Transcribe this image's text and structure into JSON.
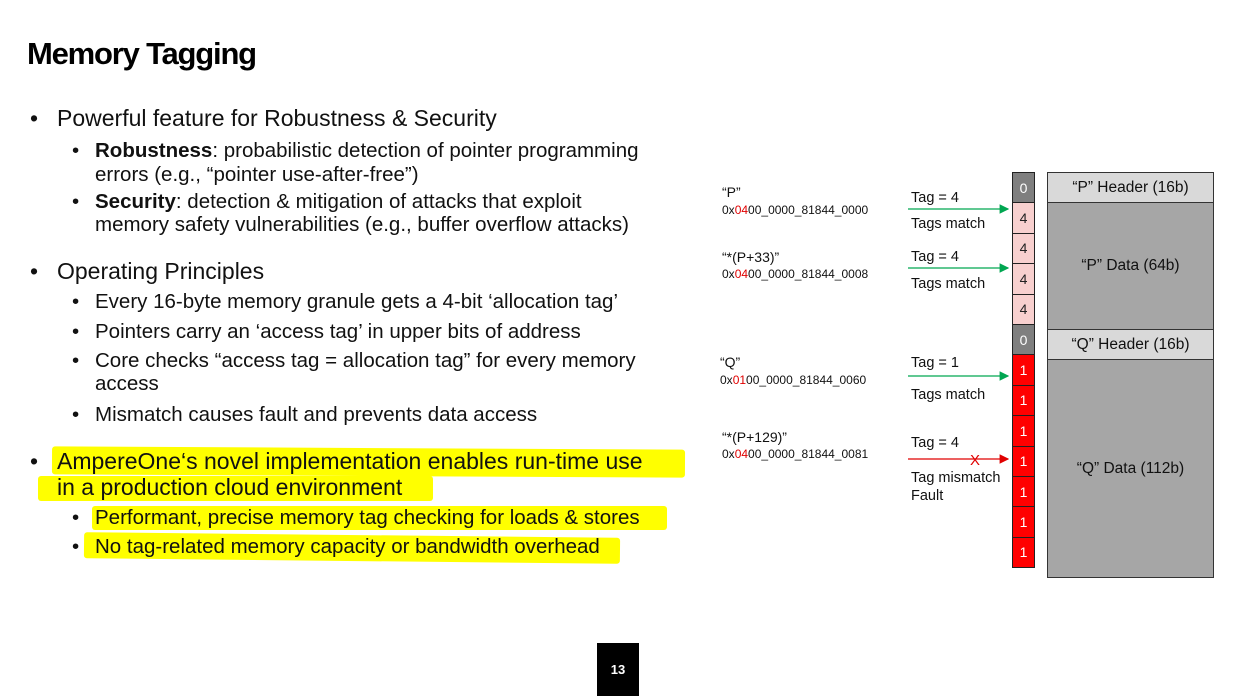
{
  "title": "Memory Tagging",
  "bullets": {
    "b1": "Powerful feature for Robustness & Security",
    "robustness_bold": "Robustness",
    "robustness_rest_1": ": probabilistic detection of pointer programming",
    "robustness_rest_2": "errors (e.g., “pointer use-after-free”)",
    "security_bold": "Security",
    "security_rest_1": ": detection & mitigation of attacks that exploit",
    "security_rest_2": "memory safety vulnerabilities (e.g., buffer overflow attacks)",
    "b2": "Operating Principles",
    "op1": "Every 16-byte memory granule gets a 4-bit ‘allocation tag’",
    "op2": "Pointers carry an ‘access tag’ in upper bits of address",
    "op3_1": "Core checks “access tag = allocation tag” for every memory",
    "op3_2": "access",
    "op4": "Mismatch causes fault and prevents data access",
    "b3_1": "AmpereOne‘s novel implementation enables run-time use",
    "b3_2": "in a production cloud environment",
    "perf": "Performant, precise memory tag checking for loads & stores",
    "nocap": "No tag-related memory capacity or bandwidth overhead"
  },
  "bullet_glyph": "•",
  "highlight_color": "#ffff00",
  "diagram": {
    "pointers": [
      {
        "name": "“P”",
        "addr_prefix": "0x",
        "addr_tag": "04",
        "addr_rest": "00_0000_81844_0000",
        "tag_label": "Tag = 4",
        "result": "Tags match",
        "arrow_color": "#00a651"
      },
      {
        "name": "“*(P+33)”",
        "addr_prefix": "0x",
        "addr_tag": "04",
        "addr_rest": "00_0000_81844_0008",
        "tag_label": "Tag = 4",
        "result": "Tags match",
        "arrow_color": "#00a651"
      },
      {
        "name": "“Q”",
        "addr_prefix": "0x",
        "addr_tag": "01",
        "addr_rest": "00_0000_81844_0060",
        "tag_label": "Tag = 1",
        "result": "Tags match",
        "arrow_color": "#00a651"
      },
      {
        "name": "“*(P+129)”",
        "addr_prefix": "0x",
        "addr_tag": "04",
        "addr_rest": "00_0000_81844_0081",
        "tag_label": "Tag = 4",
        "result_1": "Tag mismatch",
        "result_2": "Fault",
        "arrow_color": "#e00000",
        "mark": "X"
      }
    ],
    "tags": [
      "0",
      "4",
      "4",
      "4",
      "4",
      "0",
      "1",
      "1",
      "1",
      "1",
      "1",
      "1",
      "1"
    ],
    "memory": {
      "p_header": "“P” Header (16b)",
      "p_data": "“P” Data (64b)",
      "q_header": "“Q” Header (16b)",
      "q_data": "“Q” Data (112b)"
    },
    "colors": {
      "tag_header": "#7f7f7f",
      "tag_p": "#f8d0cf",
      "tag_q": "#ff0000",
      "mem_header": "#d9d9d9",
      "mem_data": "#a6a6a6"
    }
  },
  "page_number": "13"
}
